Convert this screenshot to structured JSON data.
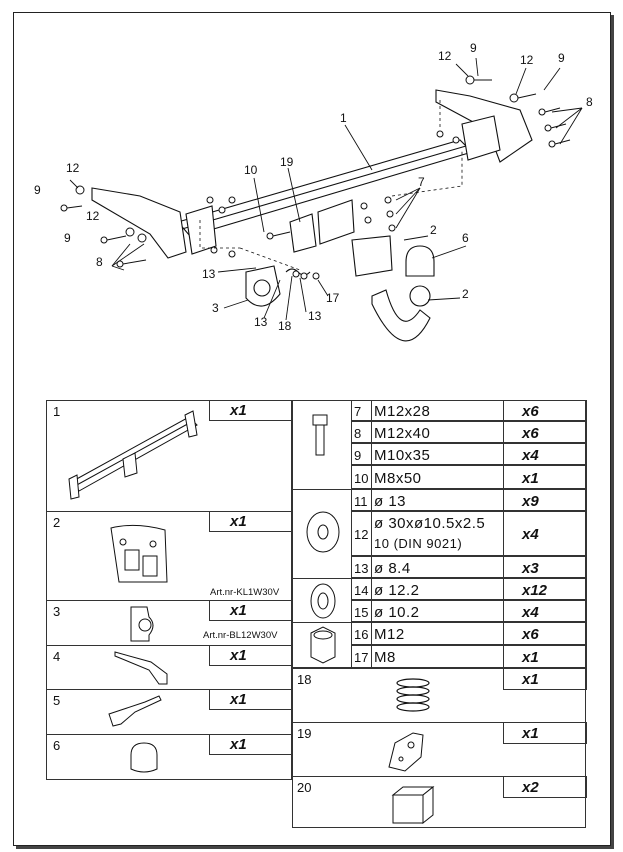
{
  "callouts": [
    {
      "id": "c1",
      "text": "1"
    },
    {
      "id": "c2a",
      "text": "2"
    },
    {
      "id": "c2b",
      "text": "2"
    },
    {
      "id": "c3",
      "text": "3"
    },
    {
      "id": "c6",
      "text": "6"
    },
    {
      "id": "c7",
      "text": "7"
    },
    {
      "id": "c8a",
      "text": "8"
    },
    {
      "id": "c8b",
      "text": "8"
    },
    {
      "id": "c9a",
      "text": "9"
    },
    {
      "id": "c9b",
      "text": "9"
    },
    {
      "id": "c9c",
      "text": "9"
    },
    {
      "id": "c9d",
      "text": "9"
    },
    {
      "id": "c10",
      "text": "10"
    },
    {
      "id": "c12a",
      "text": "12"
    },
    {
      "id": "c12b",
      "text": "12"
    },
    {
      "id": "c12c",
      "text": "12"
    },
    {
      "id": "c12d",
      "text": "12"
    },
    {
      "id": "c13a",
      "text": "13"
    },
    {
      "id": "c13b",
      "text": "13"
    },
    {
      "id": "c13c",
      "text": "13"
    },
    {
      "id": "c17",
      "text": "17"
    },
    {
      "id": "c18",
      "text": "18"
    },
    {
      "id": "c19",
      "text": "19"
    }
  ],
  "left_parts": [
    {
      "num": "1",
      "qty": "x1",
      "art": ""
    },
    {
      "num": "2",
      "qty": "x1",
      "art": "Art.nr-KL1W30V"
    },
    {
      "num": "3",
      "qty": "x1",
      "art": "Art.nr-BL12W30V"
    },
    {
      "num": "4",
      "qty": "x1",
      "art": ""
    },
    {
      "num": "5",
      "qty": "x1",
      "art": ""
    },
    {
      "num": "6",
      "qty": "x1",
      "art": ""
    }
  ],
  "right_parts": [
    {
      "num": "7",
      "spec": "M12x28",
      "qty": "x6"
    },
    {
      "num": "8",
      "spec": "M12x40",
      "qty": "x6"
    },
    {
      "num": "9",
      "spec": "M10x35",
      "qty": "x4"
    },
    {
      "num": "10",
      "spec": "M8x50",
      "qty": "x1"
    },
    {
      "num": "11",
      "spec": "ø 13",
      "qty": "x9"
    },
    {
      "num": "12",
      "spec": "ø 30xø10.5x2.5",
      "spec2": "10   (DIN  9021)",
      "qty": "x4"
    },
    {
      "num": "13",
      "spec": "ø 8.4",
      "qty": "x3"
    },
    {
      "num": "14",
      "spec": "ø 12.2",
      "qty": "x12"
    },
    {
      "num": "15",
      "spec": "ø 10.2",
      "qty": "x4"
    },
    {
      "num": "16",
      "spec": "M12",
      "qty": "x6"
    },
    {
      "num": "17",
      "spec": "M8",
      "qty": "x1"
    },
    {
      "num": "18",
      "spec": "",
      "qty": "x1"
    },
    {
      "num": "19",
      "spec": "",
      "qty": "x1"
    },
    {
      "num": "20",
      "spec": "",
      "qty": "x2"
    }
  ]
}
